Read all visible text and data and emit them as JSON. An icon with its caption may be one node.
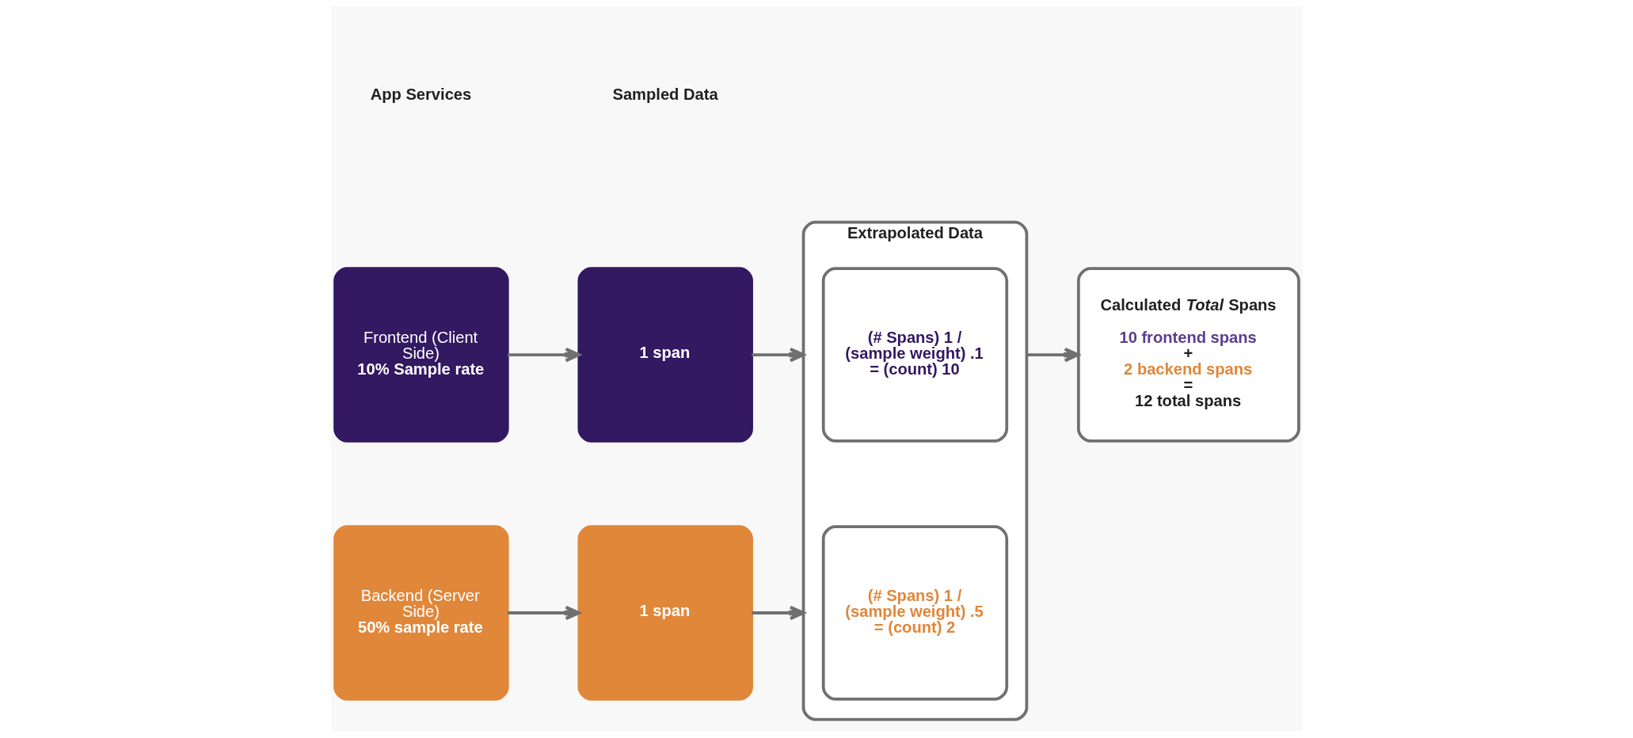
{
  "diagram": {
    "nodes": [
      {
        "text": [
          "Frontend (Client Side)",
          "10% Sample rate"
        ]
      },
      {
        "text": [
          "Backend (Server Side)",
          "50% sample rate"
        ]
      },
      {
        "text": [
          "1 span"
        ]
      },
      {
        "text": [
          "1 span"
        ]
      },
      {
        "text": [
          "Extrapolated Data"
        ]
      },
      {
        "text": [
          "(# Spans) 1 / (sample weight) .1 = (count) 10"
        ],
        "in": 4
      },
      {
        "text": [
          "(# Spans) 1 / (sample weight) .5 = (count) 2"
        ],
        "in": 4
      },
      {
        "text": [
          "Calculated *Total* Spans",
          "10 frontend spans",
          "+",
          "2 backend spans",
          "=",
          "12 total spans"
        ]
      }
    ],
    "edges": [
      {
        "from": 0,
        "to": 2,
        "arrow": "to"
      },
      {
        "from": 1,
        "to": 3,
        "arrow": "to"
      },
      {
        "from": 2,
        "to": 4,
        "arrow": "to"
      },
      {
        "from": 3,
        "to": 4,
        "arrow": "to"
      },
      {
        "from": 4,
        "to": 7,
        "arrow": "to"
      }
    ],
    "labels": [
      "App Services",
      "Sampled Data"
    ]
  }
}
